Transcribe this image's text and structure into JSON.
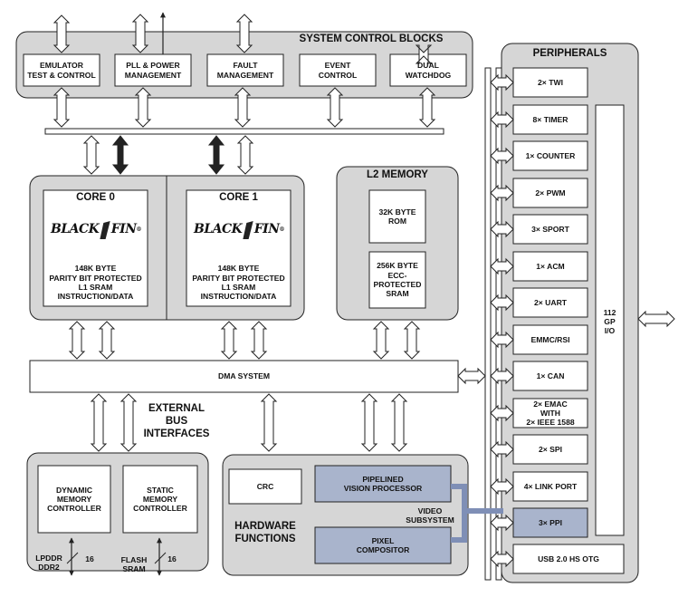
{
  "system_control": {
    "title": "SYSTEM CONTROL BLOCKS",
    "blocks": [
      "EMULATOR\nTEST & CONTROL",
      "PLL & POWER\nMANAGEMENT",
      "FAULT\nMANAGEMENT",
      "EVENT\nCONTROL",
      "DUAL\nWATCHDOG"
    ]
  },
  "cores": [
    {
      "title": "CORE 0",
      "logo": "BLACKFIN",
      "memory": "148K BYTE\nPARITY BIT PROTECTED\nL1 SRAM\nINSTRUCTION/DATA"
    },
    {
      "title": "CORE 1",
      "logo": "BLACKFIN",
      "memory": "148K BYTE\nPARITY BIT PROTECTED\nL1 SRAM\nINSTRUCTION/DATA"
    }
  ],
  "l2_memory": {
    "title": "L2 MEMORY",
    "rom": "32K BYTE\nROM",
    "sram": "256K BYTE\nECC-\nPROTECTED\nSRAM"
  },
  "dma_system": "DMA SYSTEM",
  "external_bus": {
    "label": "EXTERNAL\nBUS\nINTERFACES",
    "dynamic": "DYNAMIC\nMEMORY\nCONTROLLER",
    "static": "STATIC\nMEMORY\nCONTROLLER",
    "lpddr": "LPDDR\nDDR2",
    "lpddr_width": "16",
    "flash": "FLASH\nSRAM",
    "flash_width": "16"
  },
  "hardware_functions": {
    "title": "HARDWARE\nFUNCTIONS",
    "crc": "CRC",
    "pvp": "PIPELINED\nVISION PROCESSOR",
    "pixel": "PIXEL\nCOMPOSITOR",
    "video": "VIDEO\nSUBSYSTEM"
  },
  "peripherals": {
    "title": "PERIPHERALS",
    "items": [
      "2× TWI",
      "8× TIMER",
      "1× COUNTER",
      "2× PWM",
      "3× SPORT",
      "1× ACM",
      "2× UART",
      "EMMC/RSI",
      "1× CAN",
      "2× EMAC\nWITH\n2× IEEE 1588",
      "2× SPI",
      "4× LINK PORT",
      "3× PPI",
      "USB 2.0 HS OTG"
    ],
    "gpio": "112\nGP\nI/O"
  },
  "colors": {
    "panel": "#d6d6d6",
    "box": "#ffffff",
    "video_block": "#a9b4cc",
    "video_bus": "#7f8fb6",
    "line": "#222222"
  }
}
